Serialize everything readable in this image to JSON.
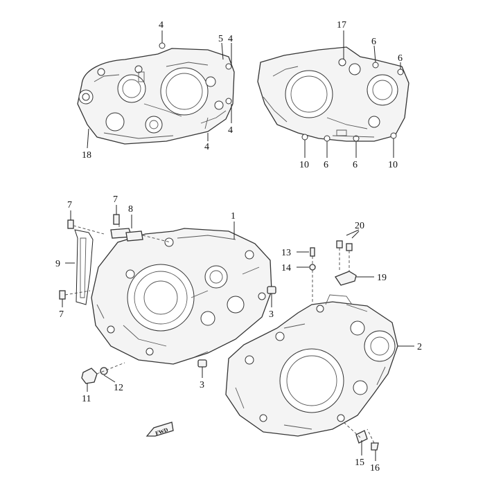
{
  "callouts": {
    "c1": "1",
    "c2": "2",
    "c3a": "3",
    "c3b": "3",
    "c4a": "4",
    "c4b": "4",
    "c4c": "4",
    "c4d": "4",
    "c5": "5",
    "c6a": "6",
    "c6b": "6",
    "c6c": "6",
    "c6d": "6",
    "c7a": "7",
    "c7b": "7",
    "c7c": "7",
    "c8": "8",
    "c9": "9",
    "c10a": "10",
    "c10b": "10",
    "c11": "11",
    "c12": "12",
    "c13": "13",
    "c14": "14",
    "c15": "15",
    "c16": "16",
    "c17": "17",
    "c18": "18",
    "c19": "19",
    "c20": "20"
  },
  "fwd_label": "FWD"
}
